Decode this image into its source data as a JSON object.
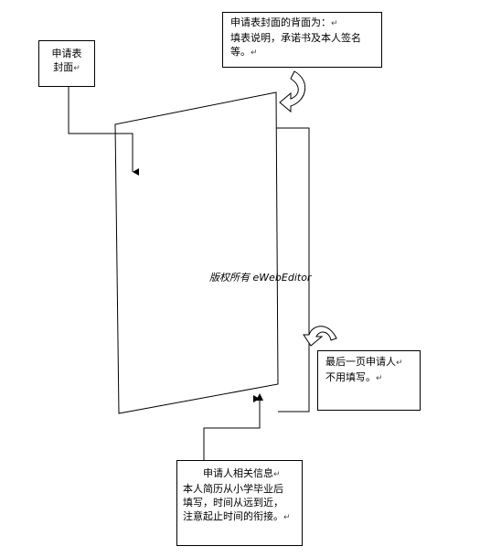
{
  "boxes": {
    "cover": {
      "line1": "申请表",
      "line2": "封面"
    },
    "back": {
      "line1": "申请表封面的背面为：",
      "line2": "填表说明，承诺书及本人签名",
      "line3": "等。"
    },
    "last_page": {
      "line1": "最后一页申请人",
      "line2": "不用填写。"
    },
    "applicant_info": {
      "line1": "申请人相关信息",
      "line2": "本人简历从小学毕业后",
      "line3": "填写，时间从远到近，",
      "line4": "注意起止时间的衔接。"
    }
  },
  "paragraph_mark": "↵",
  "watermark": "版权所有 eWebEditor"
}
